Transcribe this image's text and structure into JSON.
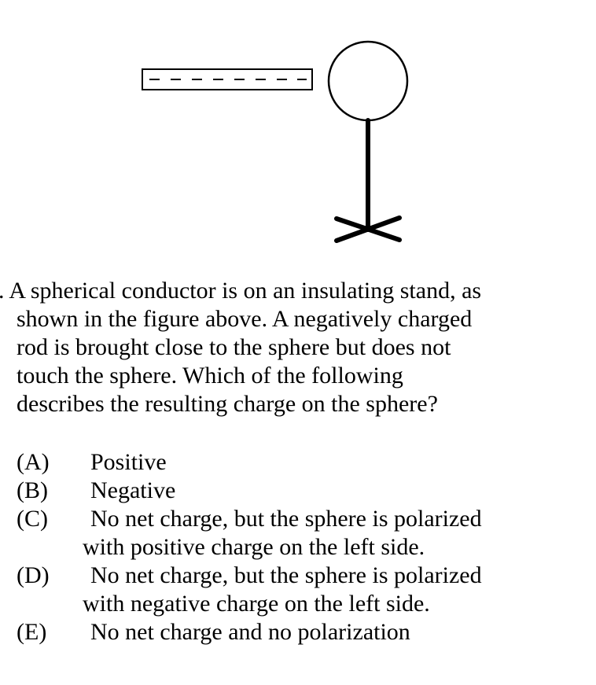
{
  "question": {
    "lines": [
      ". A spherical conductor is on an insulating stand, as",
      "shown in the figure above. A negatively charged",
      "rod is brought close to the sphere but does not",
      "touch the sphere. Which of the following",
      "describes the resulting charge on the sphere?"
    ]
  },
  "options": [
    {
      "letter": "(A)",
      "text": "Positive",
      "cont": ""
    },
    {
      "letter": "(B)",
      "text": "Negative",
      "cont": ""
    },
    {
      "letter": "(C)",
      "text": "No net charge, but the sphere is polarized",
      "cont": "with positive charge on the left side."
    },
    {
      "letter": "(D)",
      "text": "No net charge, but the sphere is polarized",
      "cont": "with negative charge on the left side."
    },
    {
      "letter": "(E)",
      "text": "No net charge and no polarization",
      "cont": ""
    }
  ]
}
